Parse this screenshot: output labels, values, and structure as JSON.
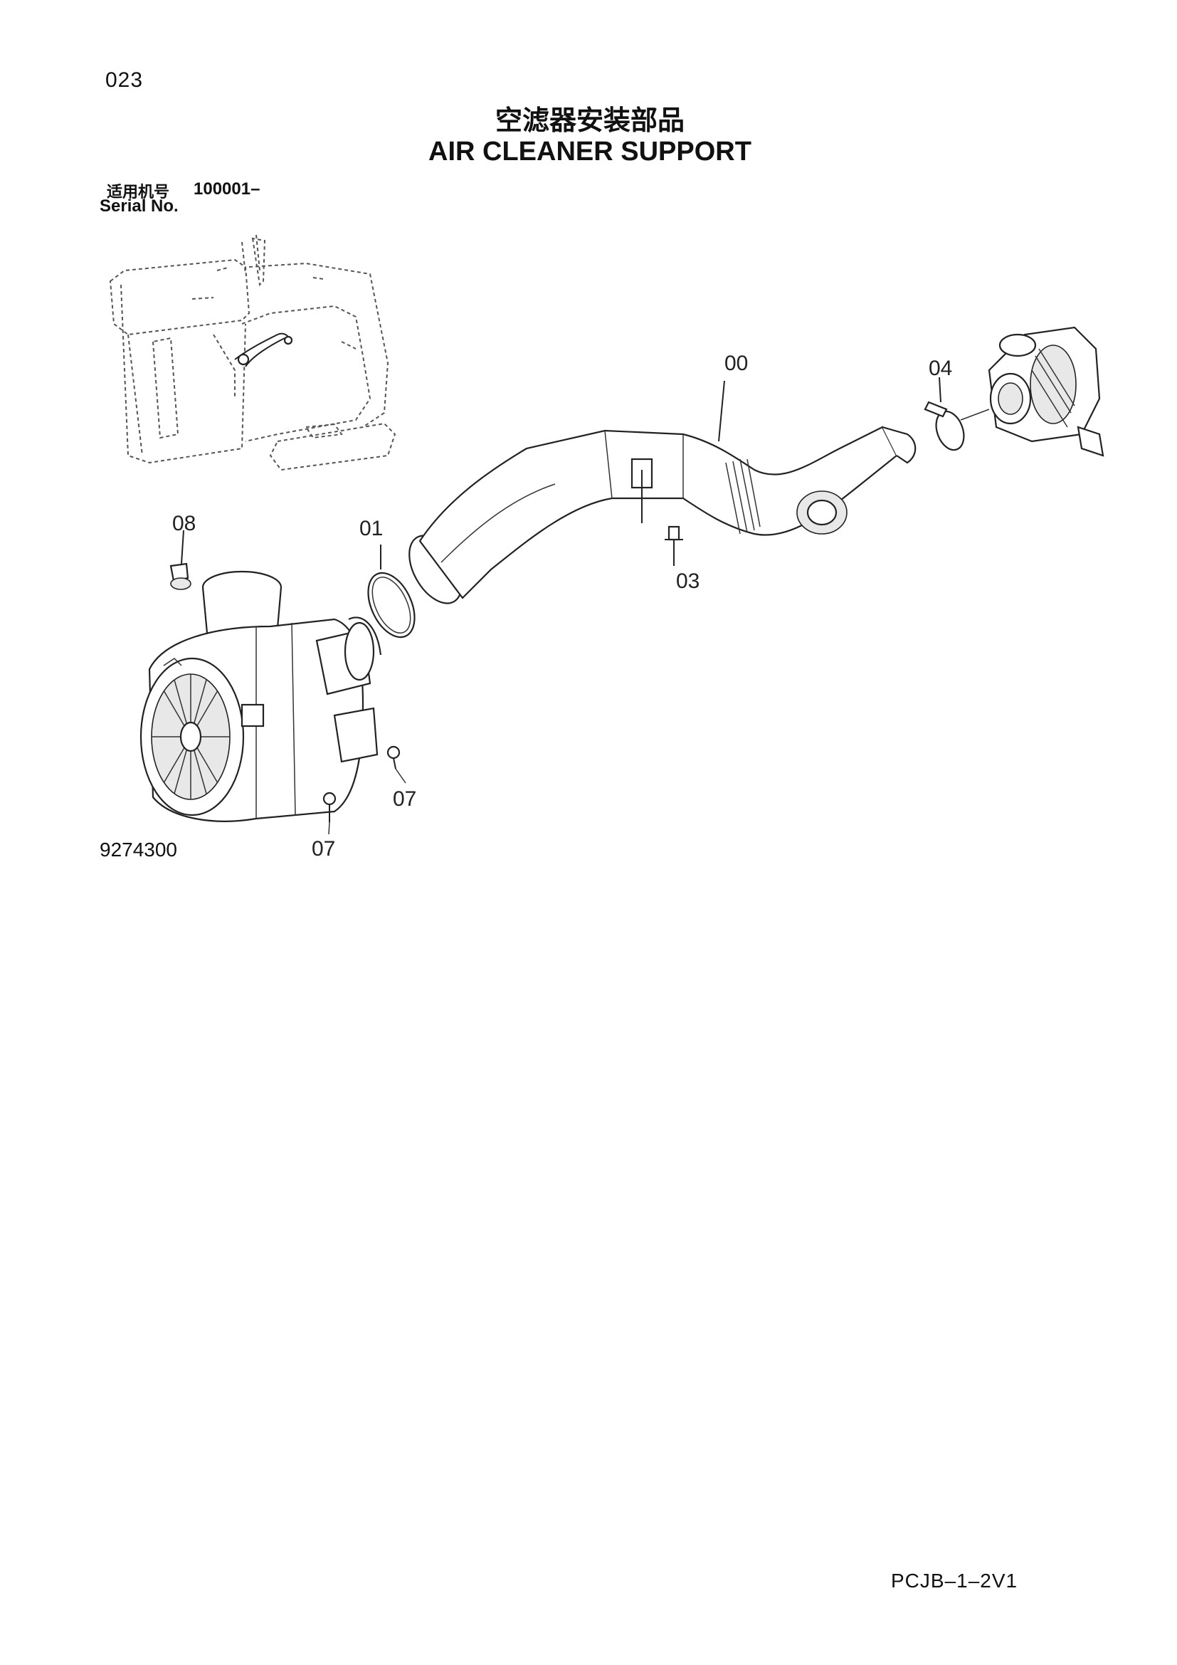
{
  "page_number": "023",
  "title_zh": "空滤器安装部品",
  "title_en": "AIR CLEANER SUPPORT",
  "serial": {
    "label_zh": "适用机号",
    "range": "100001–",
    "label_en": "Serial No."
  },
  "callouts": {
    "c00": "00",
    "c01": "01",
    "c03": "03",
    "c04": "04",
    "c07a": "07",
    "c07b": "07",
    "c08": "08"
  },
  "figure_number": "9274300",
  "doc_code": "PCJB–1–2V1"
}
